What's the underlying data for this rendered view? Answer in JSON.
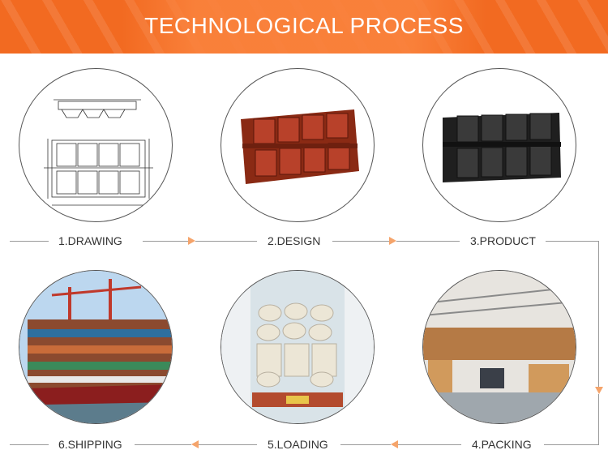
{
  "header": {
    "title": "TECHNOLOGICAL PROCESS"
  },
  "steps": [
    {
      "label": "1.DRAWING",
      "icon": "technical-drawing-image"
    },
    {
      "label": "2.DESIGN",
      "icon": "red-bread-pan-image"
    },
    {
      "label": "3.PRODUCT",
      "icon": "black-bread-pan-image"
    },
    {
      "label": "4.PACKING",
      "icon": "warehouse-image"
    },
    {
      "label": "5.LOADING",
      "icon": "container-loading-image"
    },
    {
      "label": "6.SHIPPING",
      "icon": "cargo-ship-image"
    }
  ],
  "colors": {
    "banner": "#f26a21",
    "arrow": "#f5a46b",
    "line": "#9a9a9a"
  }
}
